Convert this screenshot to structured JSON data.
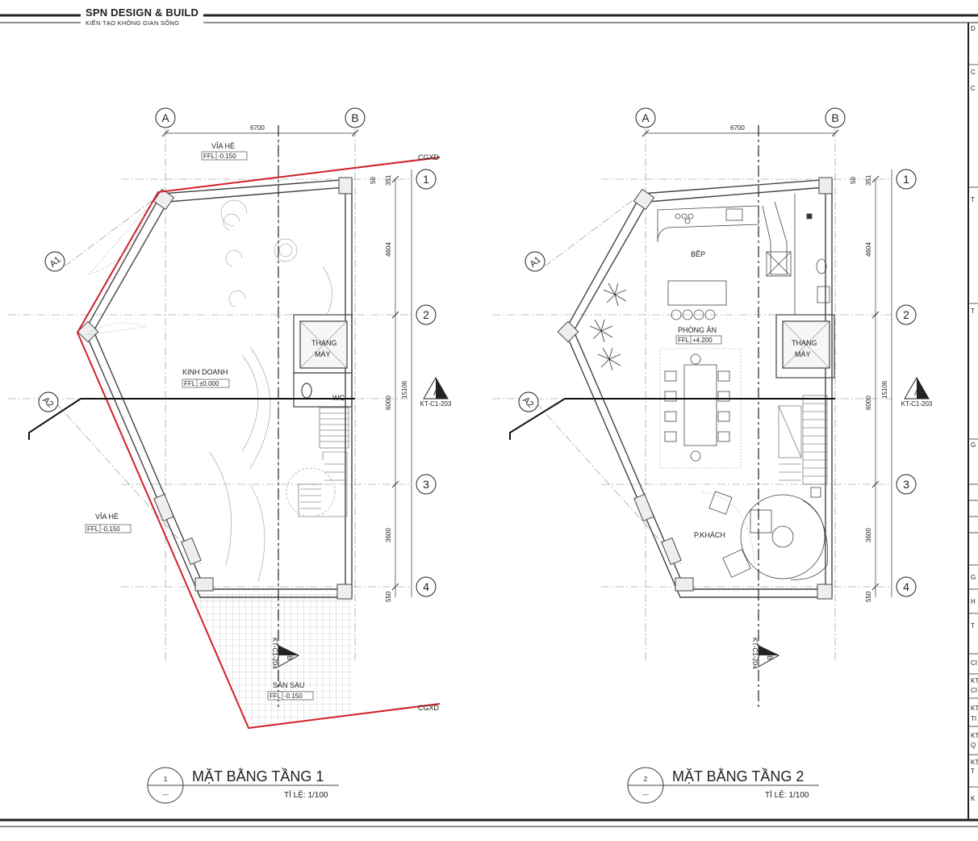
{
  "brand": {
    "name": "SPN DESIGN & BUILD",
    "tagline": "KIẾN TẠO KHÔNG GIAN SỐNG"
  },
  "colors": {
    "boundary": "#d0202a",
    "line": "#333333",
    "wall": "#555555"
  },
  "plan1": {
    "title": "MẶT BẰNG TẦNG 1",
    "scale": "TỈ LỆ: 1/100",
    "number": "1",
    "number_sub": "---",
    "labels": {
      "sidewalk_top": "VỈA HÈ",
      "sidewalk_top_level": "-0.150",
      "sidewalk_left": "VỈA HÈ",
      "sidewalk_left_level": "-0.150",
      "business": "KINH DOANH",
      "business_level": "±0.000",
      "elevator_1": "THANG",
      "elevator_2": "MÁY",
      "wc": "WC",
      "backyard": "SÂN SAU",
      "backyard_level": "-0.150",
      "cgxd_top": "CGXD",
      "cgxd_bottom": "CGXD",
      "ffl": "FFL"
    }
  },
  "plan2": {
    "title": "MẶT BẰNG TẦNG 2",
    "scale": "TỈ LỆ: 1/100",
    "number": "2",
    "number_sub": "---",
    "labels": {
      "kitchen": "BẾP",
      "dining": "PHÒNG ĂN",
      "dining_level": "+4.200",
      "living": "P.KHÁCH",
      "elevator_1": "THANG",
      "elevator_2": "MÁY",
      "ffl": "FFL"
    }
  },
  "grid": {
    "cols": [
      "A",
      "B"
    ],
    "rows": [
      "1",
      "2",
      "3",
      "4"
    ],
    "angled": [
      "A1",
      "A2"
    ],
    "width_dim": "6700",
    "row_dims": [
      "351",
      "4604",
      "6000",
      "3600",
      "550"
    ],
    "small_dim": "50",
    "total_dim": "15106",
    "section_a_tag": "A",
    "section_a_ref": "KT-C1-203",
    "section_b_tag": "B",
    "section_b_ref": "KT-C1-204"
  },
  "title_block": {
    "letters": [
      "D",
      "C",
      "C",
      "T",
      "T",
      "G",
      "G",
      "H",
      "T",
      "CI",
      "KT",
      "CI",
      "KT",
      "TI",
      "KT",
      "Q",
      "KT",
      "T",
      "K"
    ]
  }
}
